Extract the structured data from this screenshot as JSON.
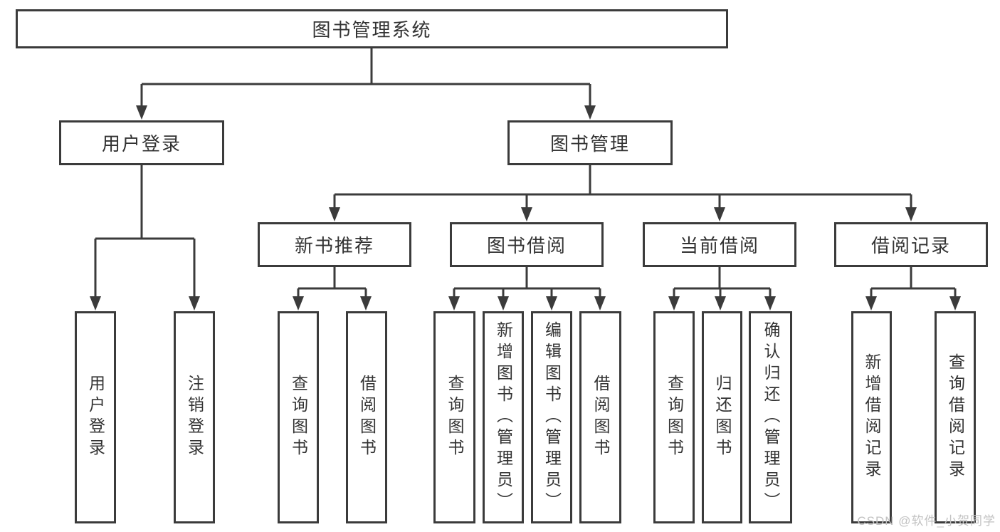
{
  "colors": {
    "line": "#3b3b3b",
    "box_border": "#3b3b3b",
    "text": "#333333",
    "background": "#ffffff",
    "watermark_text": "#c2c2c2"
  },
  "watermark": {
    "label": "CSDN @软件_小贺同学"
  },
  "tree": {
    "root": {
      "label": "图书管理系统"
    },
    "branches": [
      {
        "label": "用户登录",
        "children": [
          {
            "label": "用户登录"
          },
          {
            "label": "注销登录"
          }
        ]
      },
      {
        "label": "图书管理",
        "children": [
          {
            "label": "新书推荐",
            "children": [
              {
                "label": "查询图书"
              },
              {
                "label": "借阅图书"
              }
            ]
          },
          {
            "label": "图书借阅",
            "children": [
              {
                "label": "查询图书"
              },
              {
                "label": "新增图书（管理员）"
              },
              {
                "label": "编辑图书（管理员）"
              },
              {
                "label": "借阅图书"
              }
            ]
          },
          {
            "label": "当前借阅",
            "children": [
              {
                "label": "查询图书"
              },
              {
                "label": "归还图书"
              },
              {
                "label": "确认归还（管理员）"
              }
            ]
          },
          {
            "label": "借阅记录",
            "children": [
              {
                "label": "新增借阅记录"
              },
              {
                "label": "查询借阅记录"
              }
            ]
          }
        ]
      }
    ]
  }
}
